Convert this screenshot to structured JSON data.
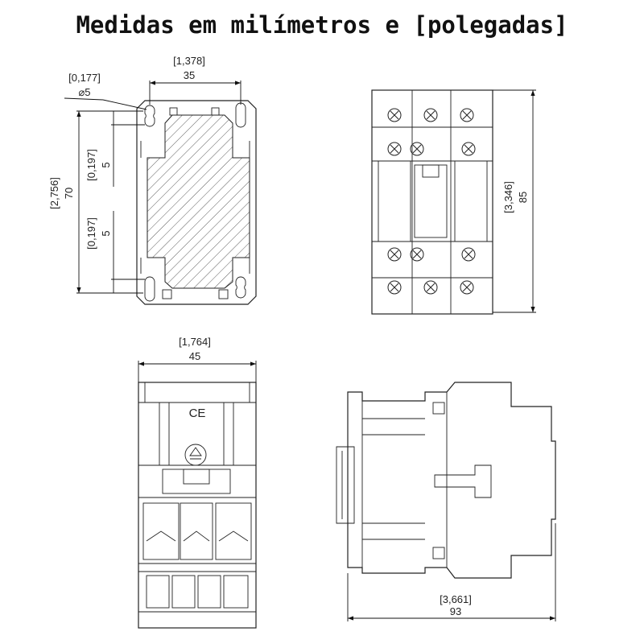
{
  "title": "Medidas em milímetros e [polegadas]",
  "views": {
    "top_left": {
      "width_in": "[1,378]",
      "width_mm": "35",
      "hole_in": "[0,177]",
      "hole_mm": "⌀5",
      "height_in": "[2,756]",
      "height_mm": "70",
      "offset_top_in": "[0,197]",
      "offset_top_mm": "5",
      "offset_bottom_in": "[0,197]",
      "offset_bottom_mm": "5"
    },
    "top_right": {
      "height_in": "[3,346]",
      "height_mm": "85"
    },
    "bottom_left": {
      "width_in": "[1,764]",
      "width_mm": "45",
      "mark": "CE"
    },
    "bottom_right": {
      "depth_in": "[3,661]",
      "depth_mm": "93"
    }
  }
}
